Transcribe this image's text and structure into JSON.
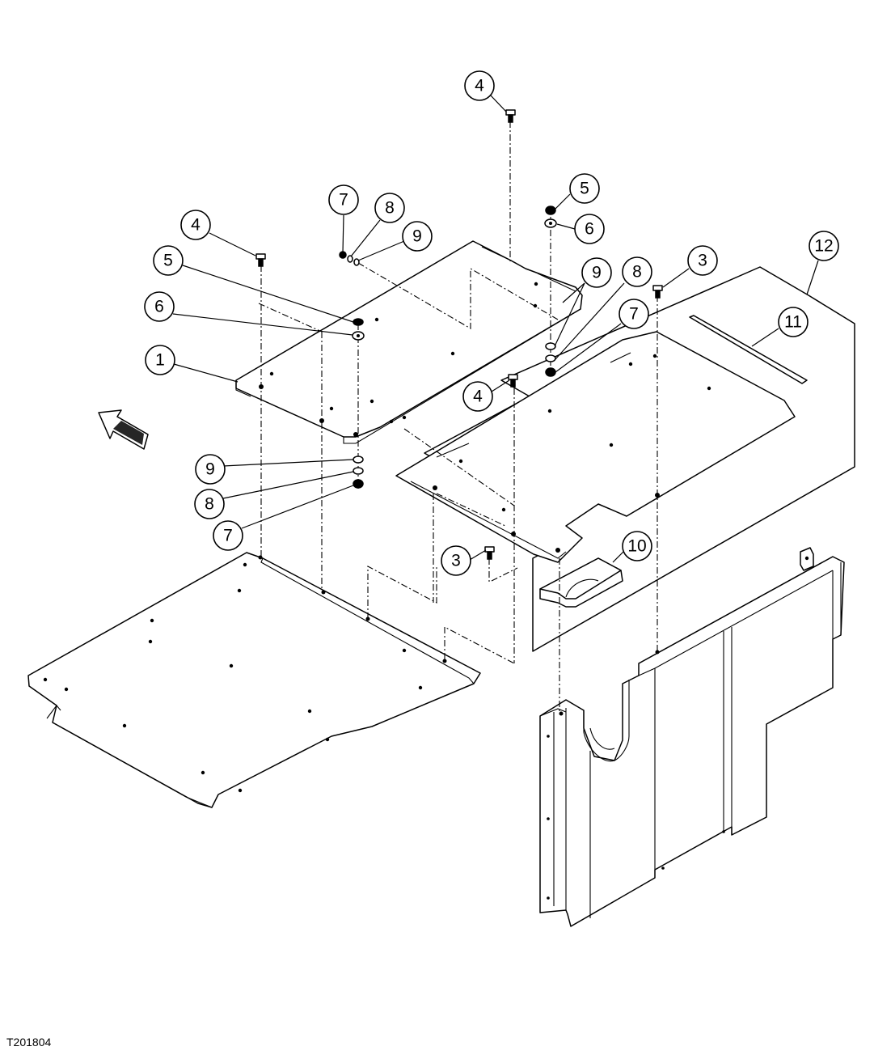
{
  "figure_id": "T201804",
  "callouts": [
    {
      "label": "4"
    },
    {
      "label": "7"
    },
    {
      "label": "8"
    },
    {
      "label": "9"
    },
    {
      "label": "5"
    },
    {
      "label": "6"
    },
    {
      "label": "4"
    },
    {
      "label": "5"
    },
    {
      "label": "6"
    },
    {
      "label": "1"
    },
    {
      "label": "9"
    },
    {
      "label": "8"
    },
    {
      "label": "7"
    },
    {
      "label": "3"
    },
    {
      "label": "12"
    },
    {
      "label": "11"
    },
    {
      "label": "4"
    },
    {
      "label": "9"
    },
    {
      "label": "8"
    },
    {
      "label": "7"
    },
    {
      "label": "3"
    },
    {
      "label": "10"
    }
  ]
}
